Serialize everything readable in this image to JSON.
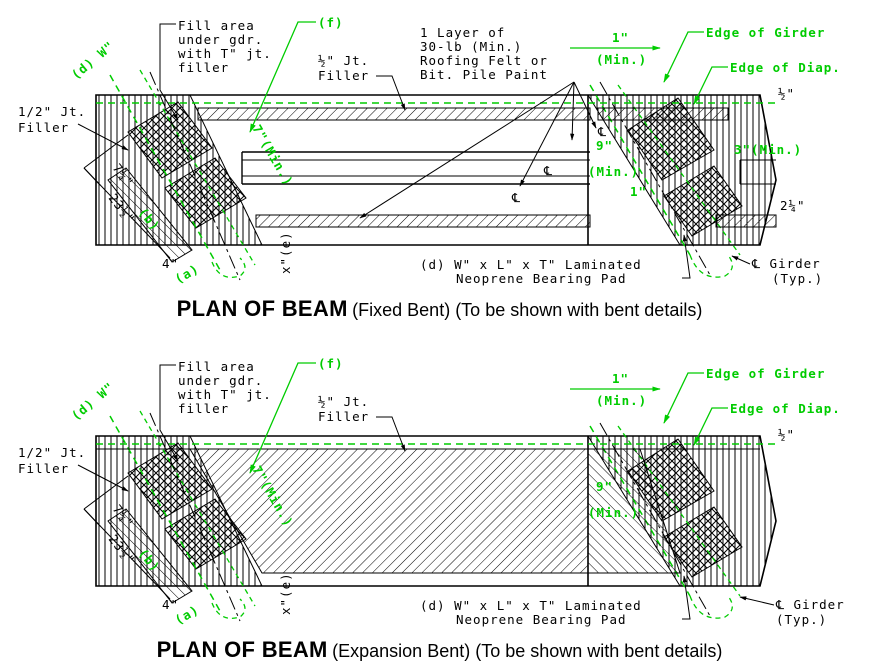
{
  "top": {
    "fill_area": [
      "Fill area",
      "under gdr.",
      "with T\" jt.",
      "filler"
    ],
    "f": "(f)",
    "jt_filler_half": [
      "½\" Jt.",
      "Filler"
    ],
    "layer": [
      "1 Layer of",
      "30-lb (Min.)",
      "Roofing Felt or",
      "Bit. Pile Paint"
    ],
    "one_in": "1\"",
    "min": "(Min.)",
    "edge_girder": "Edge of Girder",
    "edge_diap": "Edge of Diap.",
    "d_w": "(d) W\"",
    "jt_filler_12": [
      "1/2\" Jt.",
      "Filler"
    ],
    "seven_quarter": "7¼\"",
    "b": "(b)",
    "twentythree": "23½\"",
    "four": "4\"",
    "a": "(a)",
    "x_e": "x\"(e)",
    "seven_min": "7\"(Min.)",
    "nine": "9\"",
    "one_in_b": "1\"",
    "three_min": "3\"(Min.)",
    "two_quarter": "2¼\"",
    "half_in": "½\"",
    "cl": "℄",
    "pad": [
      "(d) W\" x L\" x T\" Laminated",
      "Neoprene Bearing Pad"
    ],
    "girder": [
      "℄ Girder",
      "(Typ.)"
    ],
    "cap_bold": "PLAN OF BEAM",
    "cap_rest": "(Fixed Bent) (To be shown with bent details)"
  },
  "bottom": {
    "fill_area": [
      "Fill area",
      "under gdr.",
      "with T\" jt.",
      "filler"
    ],
    "f": "(f)",
    "jt_filler_half": [
      "½\" Jt.",
      "Filler"
    ],
    "one_in": "1\"",
    "min": "(Min.)",
    "edge_girder": "Edge of Girder",
    "edge_diap": "Edge of Diap.",
    "d_w": "(d) W\"",
    "jt_filler_12": [
      "1/2\" Jt.",
      "Filler"
    ],
    "seven_quarter": "7¼\"",
    "b": "(b)",
    "twentythree": "23½\"",
    "four": "4\"",
    "a": "(a)",
    "x_e": "x\"(e)",
    "seven_min": "7\"(Min.)",
    "nine": "9\"",
    "half_in": "½\"",
    "pad": [
      "(d) W\" x L\" x T\" Laminated",
      "Neoprene Bearing Pad"
    ],
    "girder": [
      "℄ Girder",
      "(Typ.)"
    ],
    "cap_bold": "PLAN OF BEAM",
    "cap_rest": "(Expansion Bent) (To be shown with bent details)"
  }
}
